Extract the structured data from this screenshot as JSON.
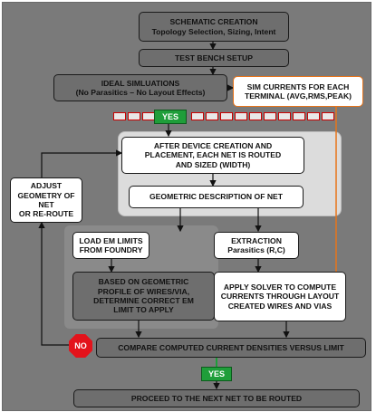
{
  "nodes": {
    "schematic": {
      "title": "SCHEMATIC CREATION",
      "sub": "Topology Selection, Sizing, Intent"
    },
    "testbench": {
      "title": "TEST BENCH SETUP"
    },
    "ideal": {
      "title": "IDEAL SIMLUATIONS",
      "sub": "(No Parasitics – No Layout Effects)"
    },
    "simcurrents": {
      "title": "SIM CURRENTS FOR EACH\nTERMINAL  (AVG,RMS,PEAK)"
    },
    "yes_top": {
      "label": "YES"
    },
    "afterdevice": {
      "title": "AFTER DEVICE CREATION AND\nPLACEMENT, EACH NET IS ROUTED\nAND SIZED (WIDTH)"
    },
    "geometric": {
      "title": "GEOMETRIC DESCRIPTION OF NET"
    },
    "adjust": {
      "title": "ADJUST\nGEOMETRY OF NET\nOR RE-ROUTE"
    },
    "loadem": {
      "title": "LOAD EM LIMITS\nFROM FOUNDRY"
    },
    "extraction": {
      "title": "EXTRACTION",
      "sub": "Parasitics (R,C)"
    },
    "based": {
      "title": "BASED ON GEOMETRIC\nPROFILE OF WIRES/VIA,\nDETERMINE CORRECT EM\nLIMIT TO APPLY"
    },
    "solver": {
      "title": "APPLY SOLVER TO COMPUTE\nCURRENTS THROUGH LAYOUT\nCREATED WIRES AND VIAS"
    },
    "no": {
      "label": "NO"
    },
    "compare": {
      "title": "COMPARE COMPUTED CURRENT DENSITIES VERSUS LIMIT"
    },
    "yes_bottom": {
      "label": "YES"
    },
    "proceed": {
      "title": "PROCEED TO THE NEXT NET TO BE ROUTED"
    }
  },
  "colors": {
    "background": "#7a7a7a",
    "yes": "#1f9e3a",
    "no": "#e3131b",
    "arrow_orange": "#e8741a",
    "arrow_dark": "#111111"
  }
}
